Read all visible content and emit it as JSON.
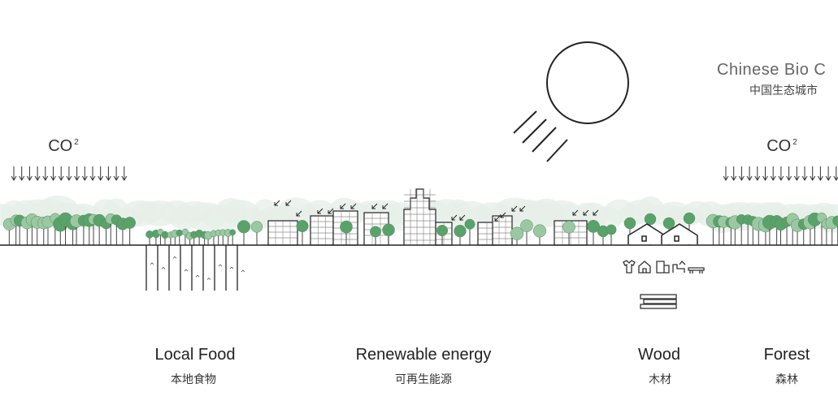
{
  "title": {
    "en": "Chinese Bio C",
    "zh": "中国生态城市"
  },
  "co2": {
    "main": "CO",
    "sup": "2"
  },
  "sections": [
    {
      "en": "Local Food",
      "zh": "本地食物"
    },
    {
      "en": "Renewable energy",
      "zh": "可再生能源"
    },
    {
      "en": "Wood",
      "zh": "木材"
    },
    {
      "en": "Forest",
      "zh": "森林"
    }
  ],
  "colors": {
    "tree_dark": "#5aa26a",
    "tree_light": "#9bc8a2",
    "haze": "#e7efe8",
    "line": "#222222"
  },
  "icons": [
    "sun-icon",
    "co2-arrows-icon",
    "tshirt-icon",
    "house-icon",
    "paper-icon",
    "furniture-icon",
    "bench-icon",
    "lumber-stack-icon"
  ]
}
